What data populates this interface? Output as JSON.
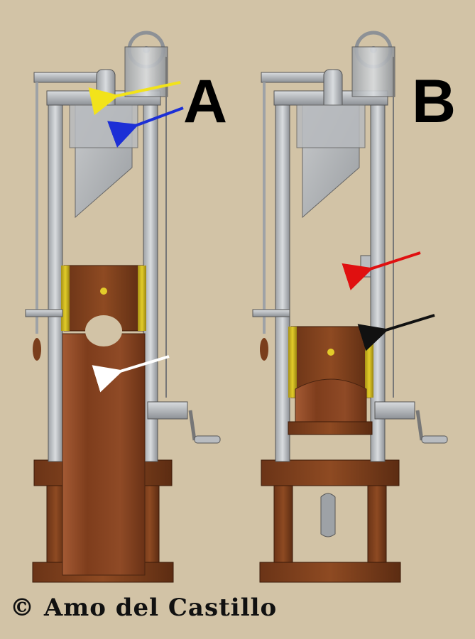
{
  "panels": {
    "a": {
      "label": "A"
    },
    "b": {
      "label": "B"
    }
  },
  "copyright": "© Amo del Castillo",
  "arrows": [
    {
      "id": "yellow",
      "color": "#f2e31a",
      "panel": "A"
    },
    {
      "id": "blue",
      "color": "#1c2fd6",
      "panel": "A"
    },
    {
      "id": "white",
      "color": "#ffffff",
      "panel": "A"
    },
    {
      "id": "red",
      "color": "#e01010",
      "panel": "B"
    },
    {
      "id": "black",
      "color": "#111111",
      "panel": "B"
    }
  ],
  "colors": {
    "background": "#d2c3a6",
    "metal": "#b9bcc0",
    "wood": "#7a3e1c",
    "brass": "#c9b21a"
  }
}
